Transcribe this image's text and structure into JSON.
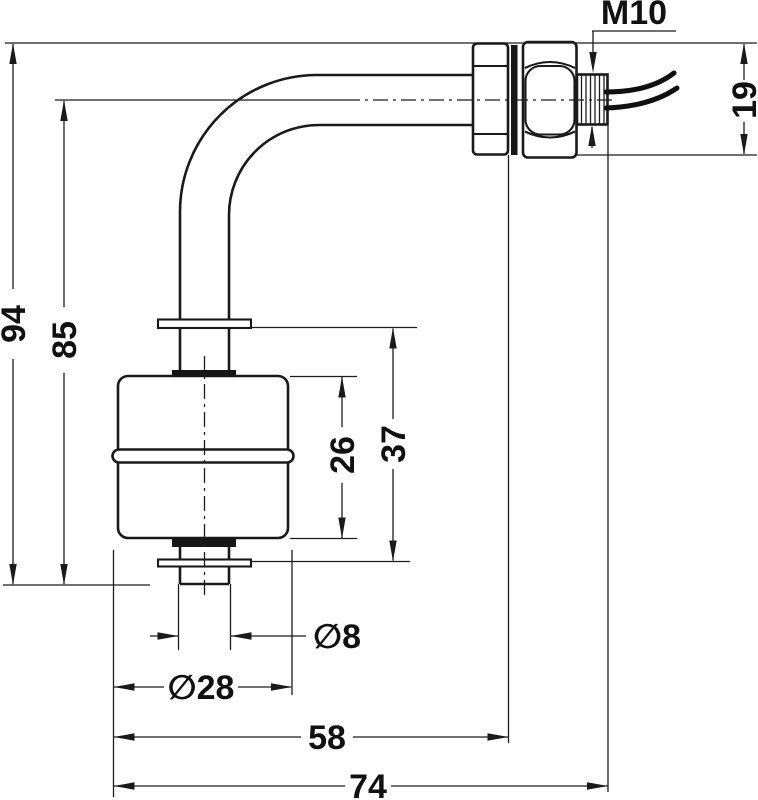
{
  "labels": {
    "thread": "M10",
    "fitting_height": "19",
    "overall_height": "94",
    "centerline_height": "85",
    "float_height": "26",
    "stop_span": "37",
    "stem_diameter": "∅8",
    "float_diameter": "∅28",
    "mount_length": "58",
    "overall_length": "74"
  },
  "colors": {
    "line": "#1a1a1a",
    "background": "#ffffff"
  }
}
